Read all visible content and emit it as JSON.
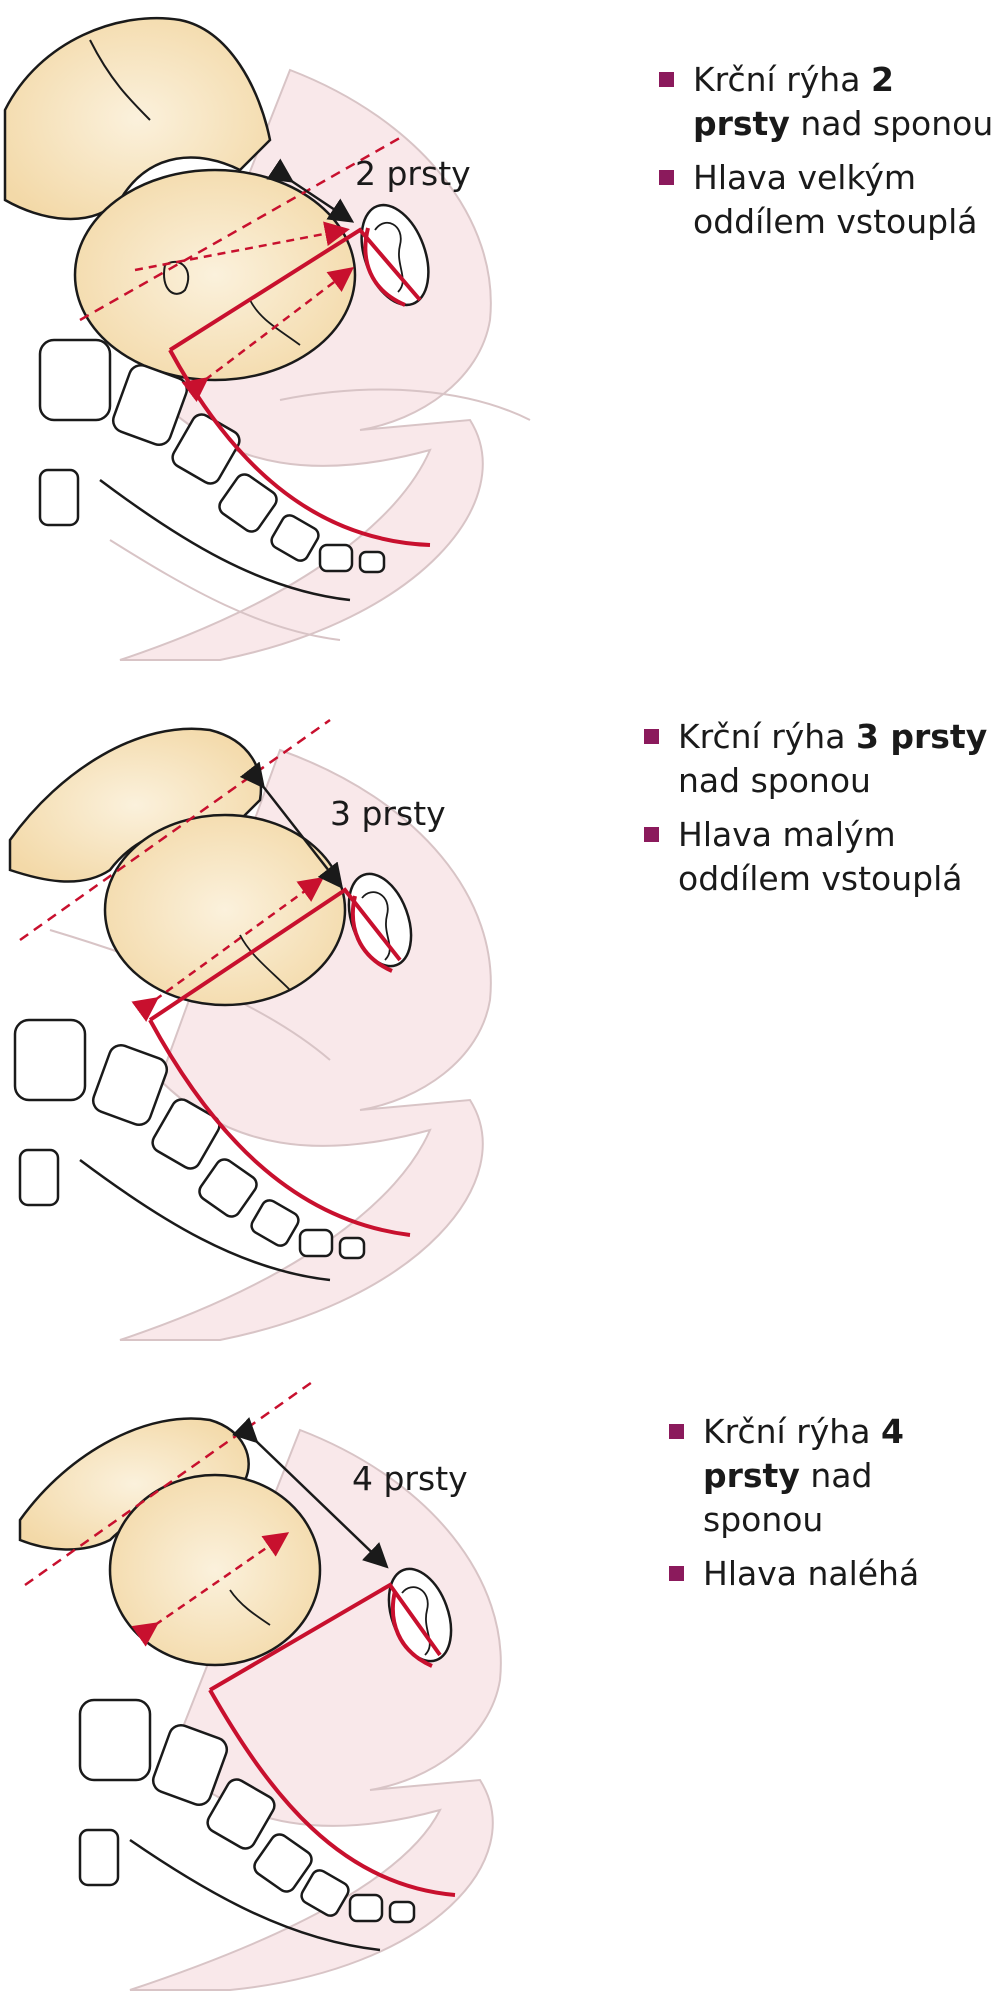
{
  "panels": [
    {
      "fingers_label": "2 prsty",
      "notes": [
        {
          "pre": "Krční rýha ",
          "bold": "2 prsty",
          "post": " nad sponou"
        },
        {
          "pre": "Hlava velkým oddílem vstouplá",
          "bold": "",
          "post": ""
        }
      ]
    },
    {
      "fingers_label": "3 prsty",
      "notes": [
        {
          "pre": "Krční rýha ",
          "bold": "3 prsty",
          "post": " nad sponou"
        },
        {
          "pre": "Hlava malým oddílem vstouplá",
          "bold": "",
          "post": ""
        }
      ]
    },
    {
      "fingers_label": "4 prsty",
      "notes": [
        {
          "pre": "Krční rýha ",
          "bold": "4 prsty",
          "post": " nad sponou"
        },
        {
          "pre": "Hlava naléhá",
          "bold": "",
          "post": ""
        }
      ]
    }
  ],
  "colors": {
    "outline": "#1a1a1a",
    "red": "#c8102e",
    "bullet": "#8b1a5c",
    "skin": "#f7e3bf",
    "tissue": "#f9e8ea"
  }
}
